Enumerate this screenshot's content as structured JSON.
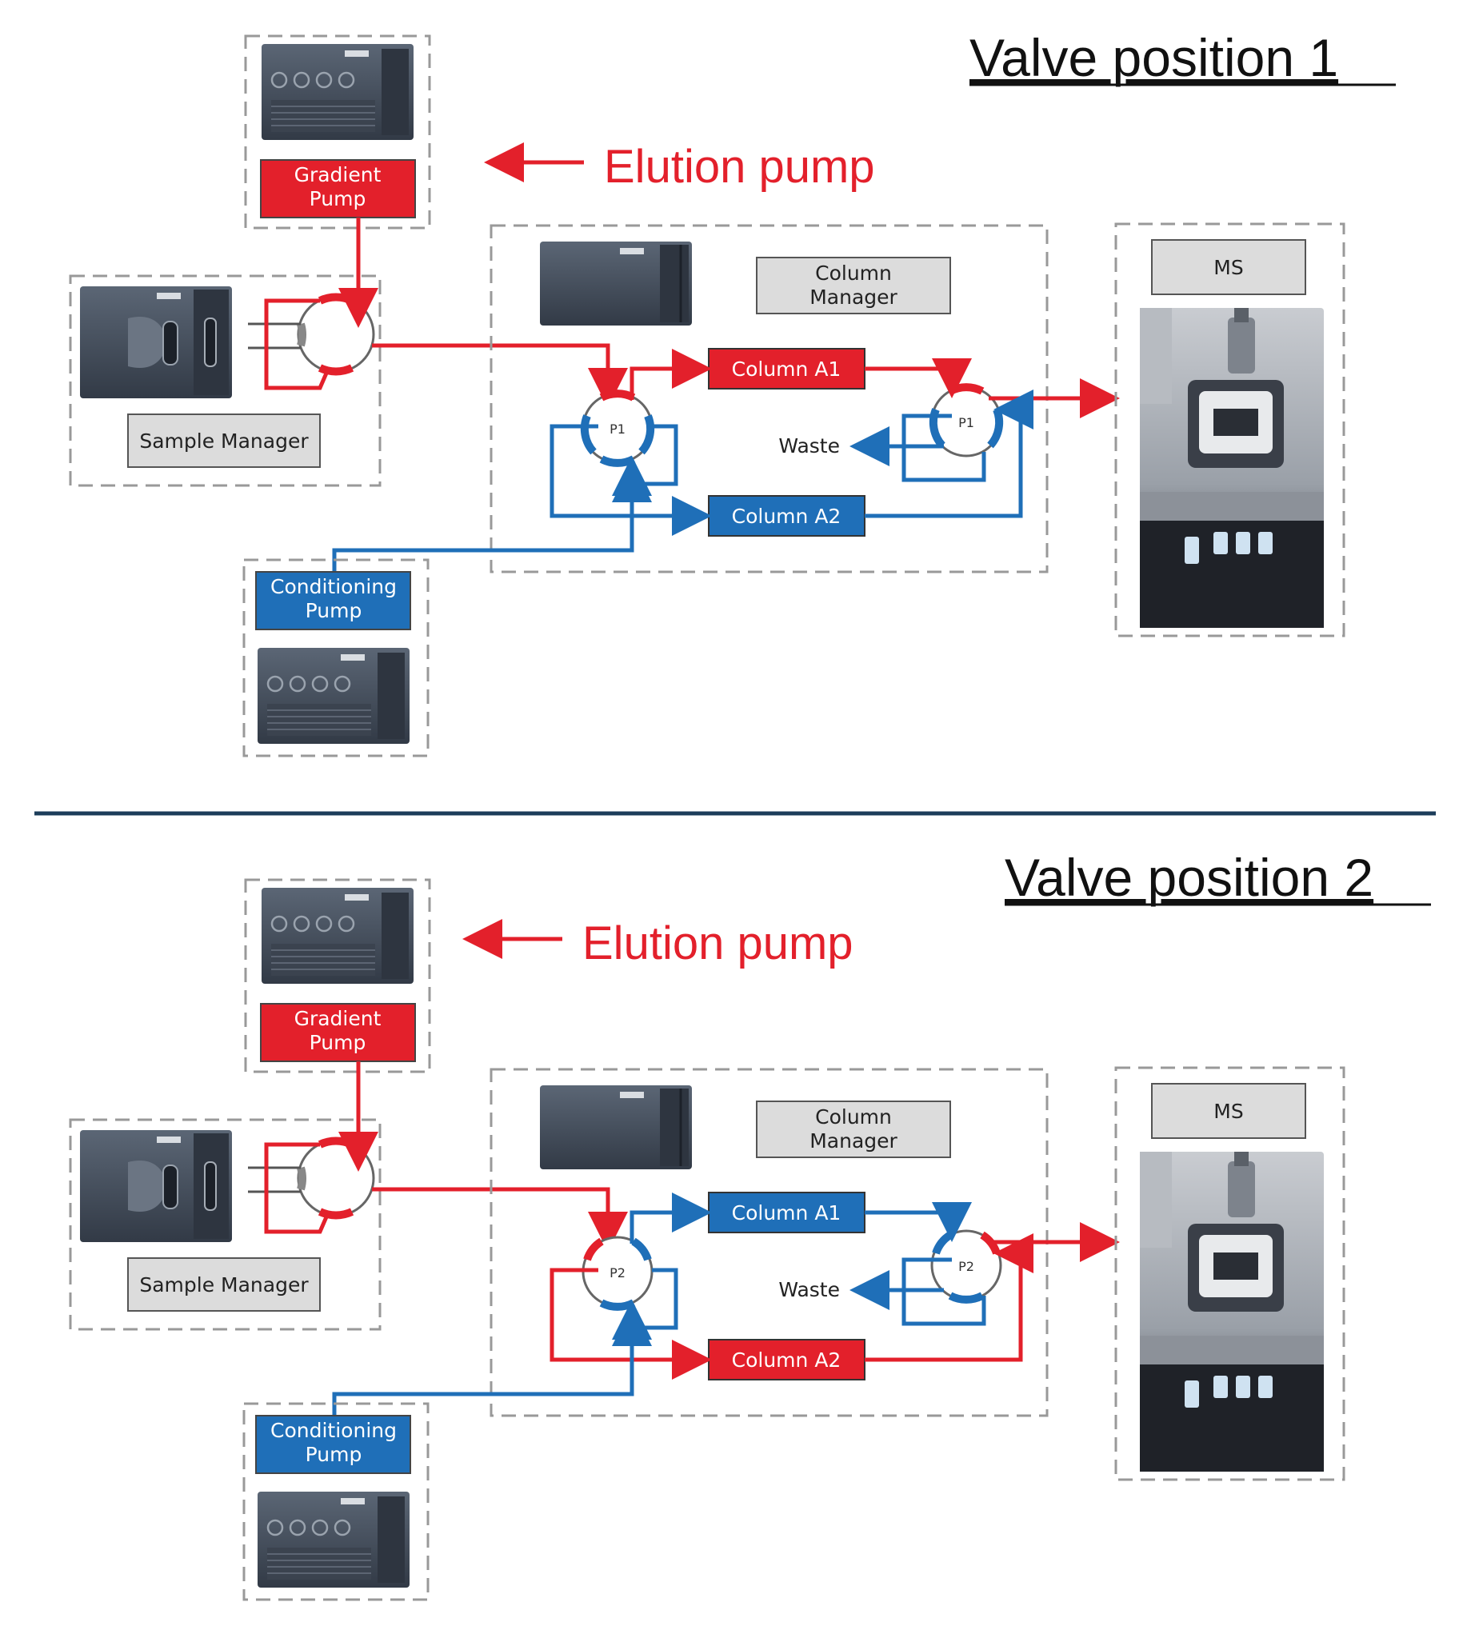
{
  "panels": [
    {
      "title": "Valve position 1",
      "elution_label": "Elution pump",
      "gradient_pump": "Gradient Pump",
      "conditioning_pump": "Conditioning Pump",
      "sample_manager": "Sample Manager",
      "column_manager": "Column Manager",
      "ms": "MS",
      "column_a1": "Column A1",
      "column_a2": "Column A2",
      "waste": "Waste",
      "valve_left": "P1",
      "valve_right": "P1"
    },
    {
      "title": "Valve position 2",
      "elution_label": "Elution pump",
      "gradient_pump": "Gradient Pump",
      "conditioning_pump": "Conditioning Pump",
      "sample_manager": "Sample Manager",
      "column_manager": "Column Manager",
      "ms": "MS",
      "column_a1": "Column A1",
      "column_a2": "Column A2",
      "waste": "Waste",
      "valve_left": "P2",
      "valve_right": "P2"
    }
  ],
  "colors": {
    "elution": "#e3202b",
    "conditioning": "#1f6fb8",
    "divider": "#1c3d5a",
    "instrument": "#4a5563"
  }
}
